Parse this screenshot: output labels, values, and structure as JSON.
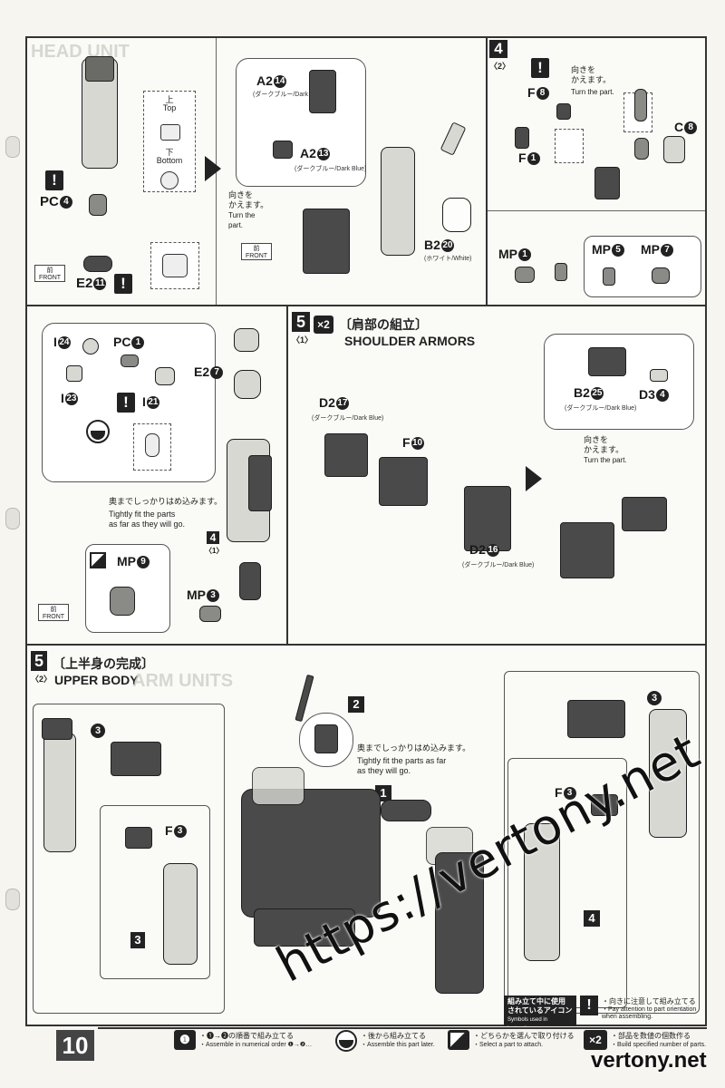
{
  "page": {
    "number": "10"
  },
  "step2": {
    "ghost_title": "HEAD UNIT",
    "top_label": {
      "jp": "上",
      "en": "Top"
    },
    "bottom_label": {
      "jp": "下",
      "en": "Bottom"
    },
    "parts": {
      "pc4": {
        "code": "PC",
        "num": "4"
      },
      "e2_11": {
        "code": "E2",
        "num": "11"
      },
      "a2_14": {
        "code": "A2",
        "num": "14",
        "sub": "(ダークブルー/Dark Blue)"
      },
      "a2_13": {
        "code": "A2",
        "num": "13",
        "sub": "(ダークブルー/Dark Blue)"
      },
      "b2_20": {
        "code": "B2",
        "num": "20",
        "sub": "(ホワイト/White)"
      }
    },
    "turn_note": {
      "jp": "向きを\nかえます。",
      "en": "Turn the\npart."
    },
    "front": {
      "jp": "前",
      "en": "FRONT"
    }
  },
  "step4": {
    "number": "4",
    "sub": "〈2〉",
    "turn_note": {
      "jp": "向きを\nかえます。",
      "en": "Turn the part."
    },
    "parts": {
      "f8": {
        "code": "F",
        "num": "8"
      },
      "f1": {
        "code": "F",
        "num": "1"
      },
      "c8": {
        "code": "C",
        "num": "8"
      },
      "mp1": {
        "code": "MP",
        "num": "1"
      },
      "mp5": {
        "code": "MP",
        "num": "5"
      },
      "mp7": {
        "code": "MP",
        "num": "7"
      }
    }
  },
  "step_left_mid": {
    "parts": {
      "i24": {
        "code": "I",
        "num": "24"
      },
      "pc1": {
        "code": "PC",
        "num": "1"
      },
      "i23": {
        "code": "I",
        "num": "23"
      },
      "i21": {
        "code": "I",
        "num": "21"
      },
      "e2_7": {
        "code": "E2",
        "num": "7"
      },
      "mp9": {
        "code": "MP",
        "num": "9"
      },
      "mp3": {
        "code": "MP",
        "num": "3"
      }
    },
    "fit_note": {
      "jp": "奥までしっかりはめ込みます。",
      "en": "Tightly fit the parts\nas far as they will go."
    },
    "ref_step": {
      "num": "4",
      "sub": "〈1〉"
    },
    "front": {
      "jp": "前",
      "en": "FRONT"
    }
  },
  "step5_1": {
    "number": "5",
    "sub": "〈1〉",
    "multiplier": "×2",
    "title_jp": "〔肩部の組立〕",
    "title_en": "SHOULDER ARMORS",
    "parts": {
      "d2_17": {
        "code": "D2",
        "num": "17",
        "sub": "(ダークブルー/Dark Blue)"
      },
      "f10": {
        "code": "F",
        "num": "10"
      },
      "d2_16": {
        "code": "D2",
        "num": "16",
        "sub": "(ダークブルー/Dark Blue)"
      },
      "b2_25": {
        "code": "B2",
        "num": "25",
        "sub": "(ダークブルー/Dark Blue)"
      },
      "d3_4": {
        "code": "D3",
        "num": "4"
      }
    },
    "turn_note": {
      "jp": "向きを\nかえます。",
      "en": "Turn the part."
    }
  },
  "step5_2": {
    "number": "5",
    "sub": "〈2〉",
    "title_jp": "〔上半身の完成〕",
    "title_en": "UPPER BODY",
    "ghost_title": "ARM UNITS",
    "fit_note": {
      "jp": "奥までしっかりはめ込みます。",
      "en": "Tightly fit the parts as far\nas they will go."
    },
    "markers": [
      "1",
      "2",
      "3",
      "4"
    ],
    "f3_left": {
      "code": "F",
      "num": "3"
    },
    "f3_right": {
      "code": "F",
      "num": "3"
    }
  },
  "legend": {
    "icons_title": {
      "jp": "組み立て中に使用\nされているアイコン",
      "en": "Symbols used in instructions"
    },
    "order": {
      "jp": "・❶→❷の順番で組み立てる",
      "en": "・Assemble in numerical order ❶→❷…"
    },
    "later": {
      "jp": "・後から組み立てる",
      "en": "・Assemble this part later."
    },
    "select": {
      "jp": "・どちらかを選んで取り付ける",
      "en": "・Select a part to attach."
    },
    "attention": {
      "jp": "・向きに注意して組み立てる",
      "en": "・Pay attention to part orientation\nwhen assembling."
    },
    "multiple": {
      "jp": "・部品を数値の個数作る",
      "en": "・Build specified number of parts."
    },
    "mult_icon": "×2"
  },
  "watermark": {
    "url": "https://vertony.net",
    "site": "vertony.net"
  }
}
